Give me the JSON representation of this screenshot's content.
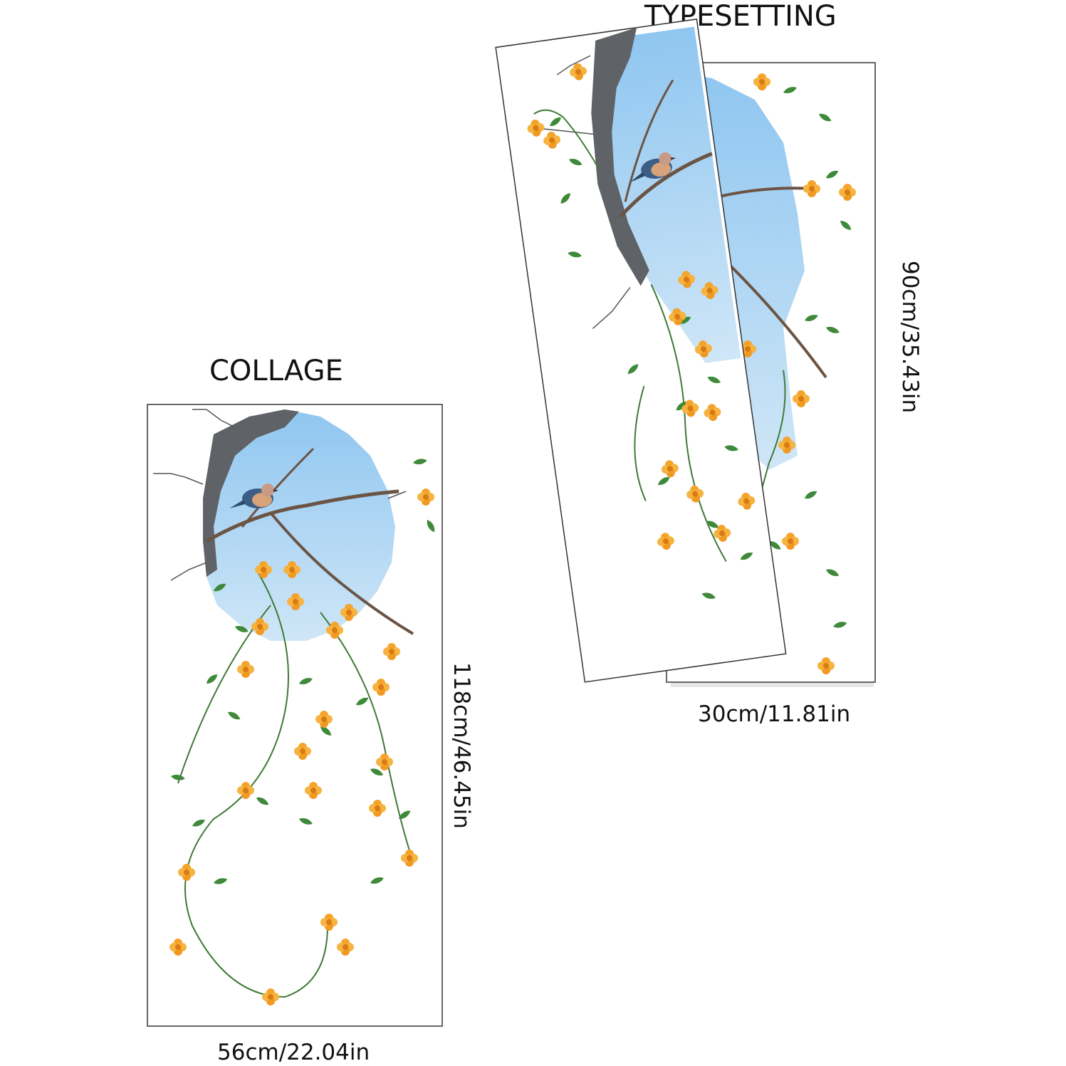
{
  "titles": {
    "typesetting": "TYPESETTING",
    "collage": "COLLAGE"
  },
  "dimensions": {
    "typesetting_height": "90cm/35.43in",
    "typesetting_width": "30cm/11.81in",
    "collage_height": "118cm/46.45in",
    "collage_width": "56cm/22.04in"
  },
  "colors": {
    "sky": "#a9d4f2",
    "rock": "#5f6266",
    "leaf": "#3f8a3a",
    "flower": "#f4a42a",
    "branch": "#6b5444",
    "frame": "#333333"
  },
  "icons": [
    "bird-illustration",
    "flower-vine-illustration",
    "wall-crack-illustration"
  ]
}
